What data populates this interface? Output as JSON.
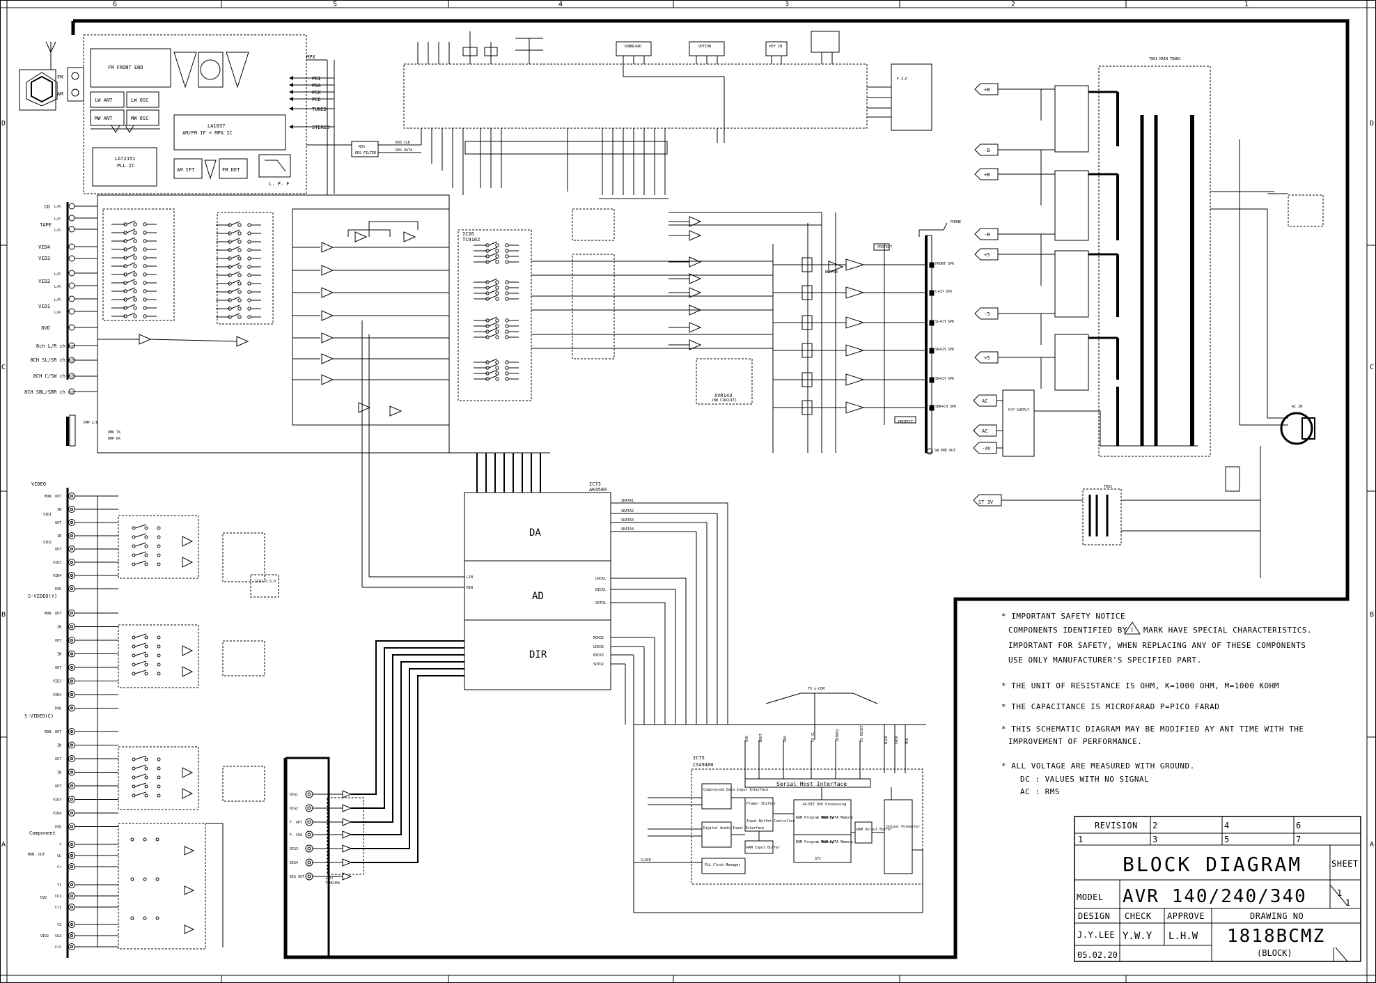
{
  "grid": {
    "columns": [
      "6",
      "5",
      "4",
      "3",
      "2",
      "1"
    ],
    "rows": [
      "D",
      "C",
      "B",
      "A"
    ]
  },
  "tuner": {
    "fm_label": "FM",
    "am_label": "AM",
    "mpx_label": "MPX",
    "front_end": "FM FRONT END",
    "lw_ant": "LW ANT",
    "lw_osc": "LW OSC",
    "mw_ant": "MW ANT",
    "mw_osc": "MW OSC",
    "ic_name": "LA1837",
    "ic_desc": "AM/FM IF + MPX IC",
    "pll_name": "LA72151",
    "pll_desc": "PLL IC",
    "am_ift": "AM IFT",
    "fm_det": "FM DET",
    "lpf": "L. P. F",
    "signals": [
      "PDI",
      "PDA",
      "PCK",
      "PCE",
      "TUNED",
      "STEREO"
    ],
    "rds_filter": "RDS FILTER",
    "rds_clk": "RDS CLK",
    "rds_data": "RDS DATA"
  },
  "inputs_top": [
    {
      "name": "CD",
      "sub": "L/R"
    },
    {
      "name": "TAPE",
      "sub": "L/R"
    },
    {
      "name": "",
      "sub": "L/R"
    },
    {
      "name": "VID4",
      "sub": ""
    },
    {
      "name": "VID3",
      "sub": ""
    },
    {
      "name": "",
      "sub": "L/R"
    },
    {
      "name": "VID2",
      "sub": ""
    },
    {
      "name": "",
      "sub": "L/R"
    },
    {
      "name": "",
      "sub": "L/R"
    },
    {
      "name": "VID1",
      "sub": ""
    },
    {
      "name": "",
      "sub": "L/R"
    },
    {
      "name": "DVD",
      "sub": ""
    },
    {
      "name": "8ch L/R ch",
      "sub": "P/B"
    },
    {
      "name": "8CH SL/SR ch",
      "sub": "P/B"
    },
    {
      "name": "8CH C/SW ch",
      "sub": "P/B"
    },
    {
      "name": "8CH SBL/SBR ch",
      "sub": "P/B"
    }
  ],
  "dmp": {
    "label": "DMP L/R",
    "tx": "DMP TX",
    "rx": "DMP RX"
  },
  "video_section": {
    "video": "VIDEO",
    "svideo_y": "S-VIDEO(Y)",
    "svideo_c": "S-VIDEO(C)",
    "component": "Component",
    "rows": [
      "MON. OUT",
      "IN",
      "OUT",
      "IN",
      "OUT",
      "VID3",
      "VID4",
      "DVD"
    ],
    "vid1": "VID1",
    "vid2": "VID2",
    "osd": "IC51 O.S.D",
    "comp_rows": [
      "Y",
      "Cb",
      "Cr",
      "Y1",
      "Cb1",
      "Cr1",
      "Y2",
      "Cb2",
      "Cr2"
    ],
    "mon_out": "MON. OUT",
    "dvd": "DVD",
    "vid2_comp": "VID2"
  },
  "ics": {
    "ic26": "IC26",
    "ic26_part": "TC9162",
    "ic73": "IC73",
    "ic73_part": "AK4589",
    "da": "DA",
    "ad": "AD",
    "dir": "DIR",
    "da_pins": [
      "SDATA1",
      "SDATA2",
      "SDATA3",
      "SDATA4"
    ],
    "ad_pins": [
      "LRCK1",
      "BICK1",
      "SDTO1"
    ],
    "dir_pins": [
      "MCKO2",
      "LRCK2",
      "BICK2",
      "SDTO2"
    ],
    "ad_in": [
      "LIN",
      "RIN"
    ],
    "ic37": "IC37",
    "ic37_part": "74HCU04",
    "dig_inputs": [
      "DIG1",
      "DIG2",
      "F. OPT",
      "F. COA",
      "DIG3",
      "DIG4",
      "DIG OUT"
    ],
    "ic75": "IC75",
    "ic75_part": "CS49400",
    "serial_host": "Serial Host Interface",
    "compressed": "Compressed Data Input Interface",
    "digital_audio": "Digital Audio Input Interface",
    "framer": "Framer Shifter",
    "input_buffer": "Input Buffer Controller",
    "ram_input": "RAM Input Buffer",
    "dsp": "24-BIT DSP Processing",
    "ram_prog": "RAM Program Memory",
    "ram_data": "RAM DATA Memory",
    "rom_prog": "ROM Program Memory",
    "rom_data": "ROM DATA Memory",
    "stc": "STC",
    "ram_out": "RAM Output Buffer",
    "out_fmt": "Output Formatter",
    "pll": "PLL Clock Manager",
    "clock": "CLOCK",
    "to_ucom": "TO u-COM",
    "host_pins": [
      "SCK",
      "DOUT",
      "SDA",
      "CS CL",
      "INTREQ",
      "CS RESET"
    ],
    "out_pins": [
      "BICK",
      "LRCK",
      "MCK"
    ]
  },
  "amp": {
    "channels": [
      "FRONT SPK",
      "C+CH SPK",
      "SL+CH SPK",
      "SR+CH SPK",
      "SB+CH SPK",
      "SBR+CH SPK"
    ],
    "protect": "PROTECT",
    "phone": "PHONE",
    "sw_pre_out": "SW PRE OUT",
    "buffer": "BUFFER",
    "avr_label": "AVR143",
    "avr_sub": "(BW CIRCUIT)"
  },
  "power": {
    "rails": [
      "+B",
      "-B",
      "+B",
      "-B",
      "+5",
      "-5",
      "+5"
    ],
    "ac_labels": [
      "AC",
      "AC",
      "-4V"
    ],
    "st_label": "ST 3V",
    "main_trans": "T801 MAIN TRANS",
    "sub_trans": "T802",
    "ac_in": "AC IN",
    "supply": "F/P SUPPLY"
  },
  "notes": [
    "* IMPORTANT SAFETY NOTICE",
    "COMPONENTS IDENTIFIED BY",
    "MARK HAVE SPECIAL CHARACTERISTICS.",
    "IMPORTANT FOR SAFETY, WHEN REPLACING ANY OF THESE COMPONENTS",
    "USE ONLY MANUFACTURER'S SPECIFIED PART.",
    "* THE UNIT OF RESISTANCE IS OHM, K=1000 OHM, M=1000 KOHM",
    "* THE CAPACITANCE IS MICROFARAD P=PICO FARAD",
    "* THIS SCHEMATIC DIAGRAM MAY BE MODIFIED AY ANT TIME WITH THE",
    "IMPROVEMENT OF PERFORMANCE.",
    "* ALL VOLTAGE ARE MEASURED WITH GROUND.",
    "DC : VALUES WITH NO SIGNAL",
    "AC : RMS"
  ],
  "title_block": {
    "revision": "REVISION",
    "rev_nums": [
      "2",
      "3",
      "4",
      "5",
      "6",
      "7"
    ],
    "rev_one": "1",
    "title": "BLOCK DIAGRAM",
    "sheet": "SHEET",
    "model_label": "MODEL",
    "model": "AVR 140/240/340",
    "sheet_num": "1",
    "sheet_den": "1",
    "design": "DESIGN",
    "check": "CHECK",
    "approve": "APPROVE",
    "drawing_no": "DRAWING NO",
    "designer": "J.Y.LEE",
    "checker": "Y.W.Y",
    "approver": "L.H.W",
    "number": "1818BCMZ",
    "number_sub": "(BLOCK)",
    "date": "05.02.20"
  }
}
